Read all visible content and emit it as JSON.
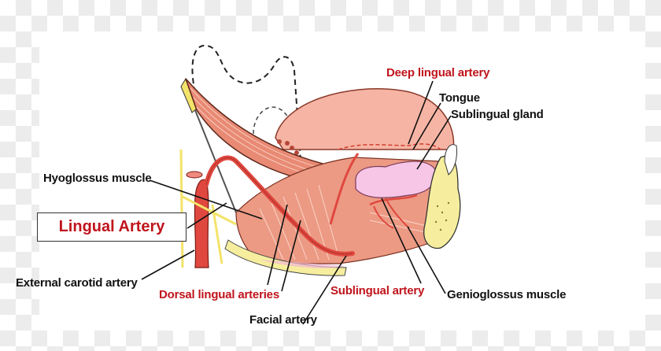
{
  "diagram": {
    "title": "Lingual Artery",
    "colors": {
      "accent_red": "#c0141c",
      "label_black": "#111111",
      "muscle": "#e88a74",
      "tongue": "#f6b4a4",
      "artery": "#e0483f",
      "nerve": "#f3e36a",
      "gland": "#f7c6e6",
      "bone": "#f6ee9e"
    },
    "labels": {
      "deep_lingual_artery": "Deep lingual artery",
      "tongue": "Tongue",
      "sublingual_gland": "Sublingual gland",
      "hyoglossus_muscle": "Hyoglossus muscle",
      "external_carotid_artery": "External carotid artery",
      "dorsal_lingual_arteries": "Dorsal lingual arteries",
      "sublingual_artery": "Sublingual artery",
      "genioglossus_muscle": "Genioglossus muscle",
      "facial_artery": "Facial artery"
    }
  }
}
